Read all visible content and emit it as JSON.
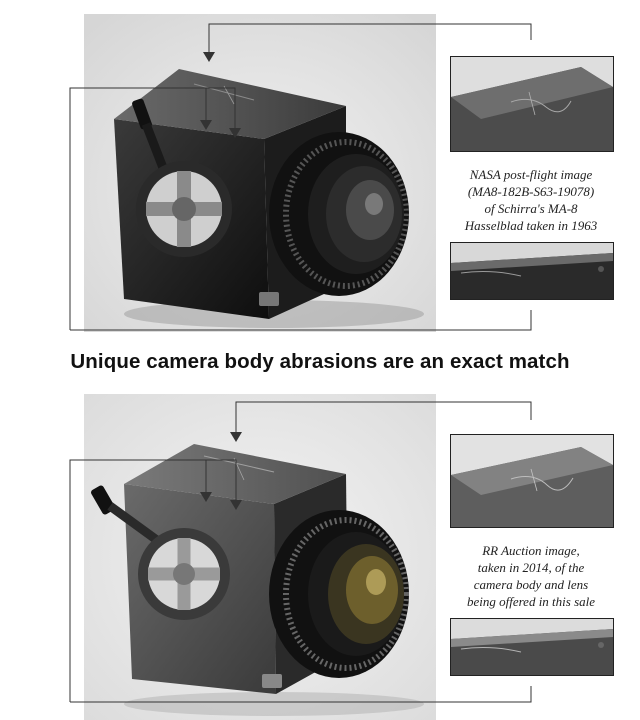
{
  "top_panel": {
    "caption_lines": [
      "NASA post-flight image",
      "(MA8-182B-S63-19078)",
      "of Schirra's MA-8",
      "Hasselblad taken in 1963"
    ]
  },
  "headline": "Unique camera body abrasions are an exact match",
  "bottom_panel": {
    "caption_lines": [
      "RR Auction image,",
      "taken in 2014, of the",
      "camera body and lens",
      "being offered in this sale"
    ]
  },
  "colors": {
    "photo_top_bg": "#e9e9e9",
    "photo_bottom_bg": "#e4e4e4",
    "camera_black": "#1a1a1a",
    "camera_gray": "#5a5a5a",
    "leader_line": "#333333"
  },
  "icons": {
    "arrow": "arrow-down-icon"
  }
}
